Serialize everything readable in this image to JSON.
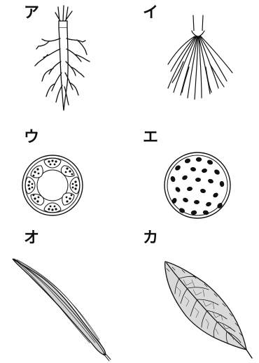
{
  "labels": {
    "a": "ア",
    "b": "イ",
    "c": "ウ",
    "d": "エ",
    "e": "オ",
    "f": "カ"
  },
  "panels": {
    "a": "taproot",
    "b": "fibrous-root",
    "c": "ring-bundle-stem-section",
    "d": "scattered-bundle-stem-section",
    "e": "parallel-vein-leaf",
    "f": "net-vein-leaf"
  }
}
